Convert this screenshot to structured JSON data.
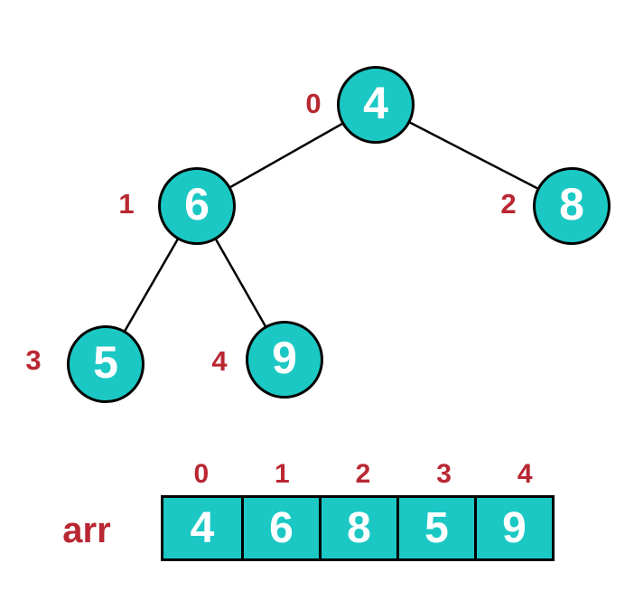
{
  "colors": {
    "node_fill": "#1BC8C4",
    "node_border": "#000000",
    "node_text": "#FFFFFF",
    "index_label": "#B92732",
    "edge": "#000000",
    "background": "#FFFFFF"
  },
  "tree": {
    "nodes": [
      {
        "value": "4",
        "index": "0"
      },
      {
        "value": "6",
        "index": "1"
      },
      {
        "value": "8",
        "index": "2"
      },
      {
        "value": "5",
        "index": "3"
      },
      {
        "value": "9",
        "index": "4"
      }
    ],
    "edges": [
      {
        "from": "0",
        "to": "1"
      },
      {
        "from": "0",
        "to": "2"
      },
      {
        "from": "1",
        "to": "3"
      },
      {
        "from": "1",
        "to": "4"
      }
    ]
  },
  "array": {
    "label": "arr",
    "cells": [
      {
        "index": "0",
        "value": "4"
      },
      {
        "index": "1",
        "value": "6"
      },
      {
        "index": "2",
        "value": "8"
      },
      {
        "index": "3",
        "value": "5"
      },
      {
        "index": "4",
        "value": "9"
      }
    ]
  }
}
